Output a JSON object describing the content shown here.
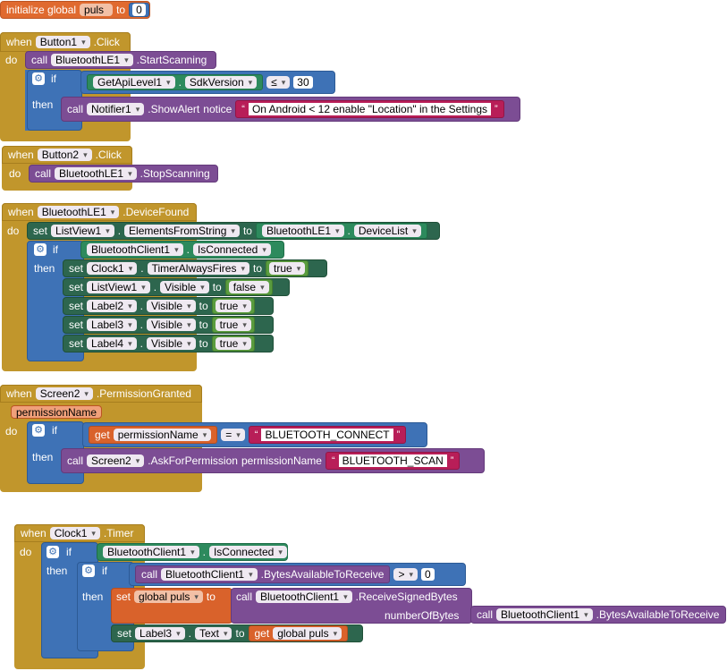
{
  "init": {
    "kw": "initialize global",
    "var": "puls",
    "to": "to",
    "value": "0"
  },
  "b1": {
    "when": "when",
    "comp": "Button1",
    "event": ".Click",
    "do": "do",
    "call1": {
      "call": "call",
      "comp": "BluetoothLE1",
      "method": ".StartScanning"
    },
    "if": "if",
    "then": "then",
    "cond": {
      "comp": "GetApiLevel1",
      "prop": "SdkVersion",
      "op": "≤",
      "num": "30"
    },
    "call2": {
      "call": "call",
      "comp": "Notifier1",
      "method": ".ShowAlert",
      "param": "notice",
      "text": "On Android < 12 enable \"Location\" in the Settings"
    }
  },
  "b2": {
    "when": "when",
    "comp": "Button2",
    "event": ".Click",
    "do": "do",
    "call1": {
      "call": "call",
      "comp": "BluetoothLE1",
      "method": ".StopScanning"
    }
  },
  "ble": {
    "when": "when",
    "comp": "BluetoothLE1",
    "event": ".DeviceFound",
    "do": "do",
    "set1": {
      "set": "set",
      "comp": "ListView1",
      "prop": "ElementsFromString",
      "to": "to",
      "vcomp": "BluetoothLE1",
      "vprop": "DeviceList"
    },
    "if": "if",
    "then": "then",
    "cond": {
      "comp": "BluetoothClient1",
      "prop": "IsConnected"
    },
    "sets": [
      {
        "set": "set",
        "comp": "Clock1",
        "prop": "TimerAlwaysFires",
        "to": "to",
        "val": "true"
      },
      {
        "set": "set",
        "comp": "ListView1",
        "prop": "Visible",
        "to": "to",
        "val": "false"
      },
      {
        "set": "set",
        "comp": "Label2",
        "prop": "Visible",
        "to": "to",
        "val": "true"
      },
      {
        "set": "set",
        "comp": "Label3",
        "prop": "Visible",
        "to": "to",
        "val": "true"
      },
      {
        "set": "set",
        "comp": "Label4",
        "prop": "Visible",
        "to": "to",
        "val": "true"
      }
    ]
  },
  "perm": {
    "when": "when",
    "comp": "Screen2",
    "event": ".PermissionGranted",
    "param": "permissionName",
    "do": "do",
    "if": "if",
    "then": "then",
    "cond": {
      "get": "get",
      "var": "permissionName",
      "op": "=",
      "text": "BLUETOOTH_CONNECT"
    },
    "call": {
      "call": "call",
      "comp": "Screen2",
      "method": ".AskForPermission",
      "param": "permissionName",
      "text": "BLUETOOTH_SCAN"
    }
  },
  "clk": {
    "when": "when",
    "comp": "Clock1",
    "event": ".Timer",
    "do": "do",
    "if": "if",
    "then": "then",
    "cond": {
      "comp": "BluetoothClient1",
      "prop": "IsConnected"
    },
    "if2": "if",
    "then2": "then",
    "cond2": {
      "call": "call",
      "comp": "BluetoothClient1",
      "method": ".BytesAvailableToReceive",
      "op": ">",
      "num": "0"
    },
    "set1": {
      "set": "set",
      "var": "global puls",
      "to": "to",
      "call": "call",
      "comp": "BluetoothClient1",
      "method": ".ReceiveSignedBytes",
      "param": "numberOfBytes",
      "call2": "call",
      "comp2": "BluetoothClient1",
      "method2": ".BytesAvailableToReceive"
    },
    "set2": {
      "set": "set",
      "comp": "Label3",
      "prop": "Text",
      "to": "to",
      "get": "get",
      "var": "global puls"
    }
  }
}
